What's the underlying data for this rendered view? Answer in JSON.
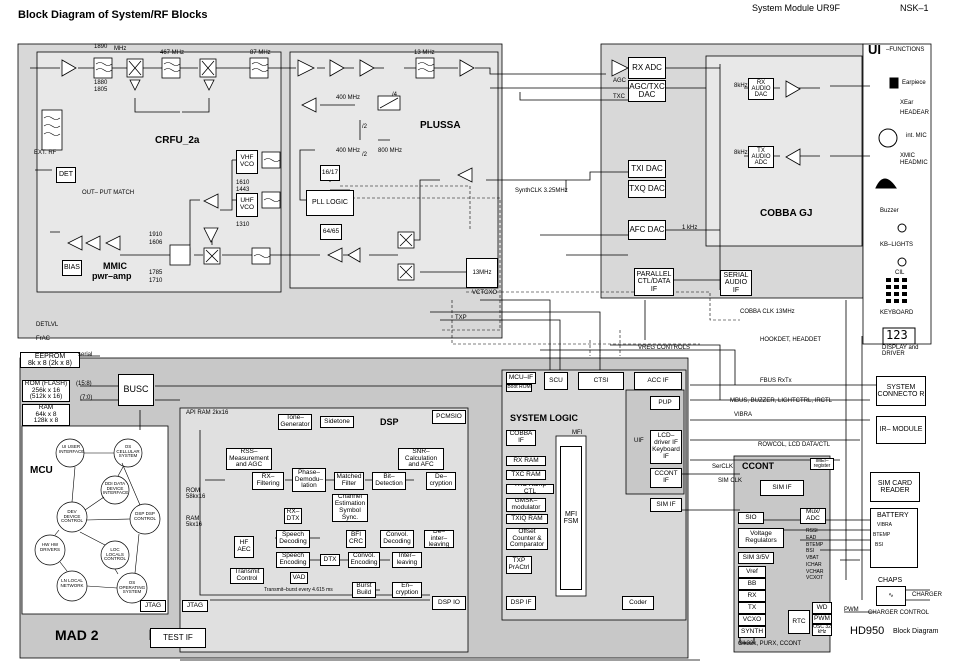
{
  "header": {
    "title": "Block Diagram of System/RF Blocks",
    "module": "System Module UR9F",
    "code": "NSK–1"
  },
  "footer": {
    "model": "HD950",
    "caption": "Block Diagram"
  },
  "blocks": {
    "cfru": "CRFU_2a",
    "plussa": "PLUSSA",
    "cobba": "COBBA  GJ",
    "mad2": "MAD 2",
    "mcu": "MCU",
    "dsp": "DSP",
    "system_logic": "SYSTEM LOGIC",
    "ccont": "CCONT",
    "ui": "UI",
    "ui_functions": "–FUNCTIONS",
    "mmic": "MMIC",
    "pwr_amp": "pwr–amp",
    "busc": "BUSC",
    "test_if": "TEST IF",
    "jtag1": "JTAG",
    "jtag2": "JTAG",
    "pcmsio": "PCMSIO",
    "dsp_io": "DSP IO",
    "dsp_if": "DSP IF",
    "coder": "Coder",
    "det": "DET",
    "bias": "BIAS",
    "pll_logic": "PLL LOGIC",
    "vctcxo": "13MHz",
    "rx_adc": "RX ADC",
    "agc_txc_dac": "AGC/TXC DAC",
    "txi_dac": "TXI DAC",
    "txq_dac": "TXQ DAC",
    "afc_dac": "AFC DAC",
    "parallel_ctl": "PARALLEL CTL/DATA IF",
    "serial_audio": "SERIAL AUDIO IF",
    "rx_audio_dac": "RX AUDIO DAC",
    "tx_audio_adc": "TX AUDIO ADC",
    "scu": "SCU",
    "ctsi": "CTSI",
    "acc_if": "ACC IF",
    "pup": "PUP",
    "mcu_if": "MCU–IF",
    "boot_rom": "Boot ROM",
    "cobba_if": "COBBA IF",
    "rx_ram": "RX RAM",
    "txc_ram": "TXC  RAM",
    "txc_ramp": "TXC Ramp CTL",
    "gmsk": "GMSK– modulator",
    "txiq_ram": "TXIQ RAM",
    "offset_counter": "Offset Counter & Comparator",
    "txp_practrl": "TXP PrACtrl",
    "mfi": "MFI",
    "mfi_fsm": "MFI FSM",
    "uif": "UIF",
    "lcd_driver": "LCD– driver IF",
    "keyboard_if": "Keyboard IF",
    "ccont_if": "CCONT IF",
    "sim_if": "SIM IF",
    "sim_if2": "SIM IF",
    "sio": "SIO",
    "voltage_reg": "Voltage Regulators",
    "sim_35v": "SIM 3/5V",
    "vref": "Vref",
    "bb": "BB",
    "rx": "RX",
    "tx": "TX",
    "vcxo": "VCXO",
    "synth": "SYNTH",
    "rtc": "RTC",
    "wd": "WD",
    "pwm": "PWM",
    "osc": "OSC 32 kHz",
    "mux_adc": "Mux/ ADC",
    "imei": "IMEI– register",
    "eeprom": "EEPROM",
    "eeprom_size": "8k x 8 (2k x 8)",
    "rom_flash": "ROM (FLASH)",
    "rom_flash_size1": "256k x 16",
    "rom_flash_size2": "(512k x 16)",
    "ram_ext": "RAM",
    "ram_ext_size1": "64k x 8",
    "ram_ext_size2": "128k x 8",
    "api_ram": "API RAM 2kx16",
    "rom_dsp": "ROM 58kx16",
    "ram_dsp": "RAM 5kx16",
    "tone": "Tone– Generator",
    "sidetone": "Sidetone",
    "rss": "RSS– Measurement and AGC",
    "snr": "SNR– Calculation and AFC",
    "rx_filtering": "RX– Filtering",
    "phase_demod": "Phase– Demodu– lation",
    "matched": "Matched Filter",
    "bit_det": "Bit– Detection",
    "decrypt": "De– cryption",
    "rx_dtx": "RX– DTX",
    "channel_est": "Channel Estimation Symbol Sync.",
    "hf_aec": "HF AEC",
    "speech_dec": "Speech Decoding",
    "bfi_crc": "BFI CRC",
    "convol_dec": "Convol. Decoding",
    "deinter": "De–inter– leaving",
    "speech_enc": "Speech Encoding",
    "dtx": "DTX",
    "convol_enc": "Convol. Encoding",
    "inter": "Inter– leaving",
    "transmit_ctl": "Transmit Control",
    "vad": "VAD",
    "burst_build": "Burst Build",
    "encrypt": "En– cryption",
    "system_connector": "SYSTEM CONNECTO R",
    "ir_module": "IR– MODULE",
    "sim_card": "SIM CARD READER",
    "battery": "BATTERY",
    "chaps": "CHAPS",
    "charger_control": "CHARGER CONTROL",
    "charger": "CHARGER",
    "earpiece": "Earpiece",
    "xear": "XEar",
    "headear": "HEADEAR",
    "int_mic": "int. MIC",
    "xmic": "XMIC",
    "headmic": "HEADMIC",
    "buzzer": "Buzzer",
    "kb_lights": "KB–LIGHTS",
    "cil": "CIL",
    "keyboard": "KEYBOARD",
    "display": "DISPLAY and DRIVER",
    "display_digits": "123"
  },
  "mcu_nodes": [
    "UI USER INTERFACE",
    "OS CELLULAR SYSTEM",
    "DDI DATA DEVICE INTERFACE",
    "DEV DEVICE CONTROL",
    "DSP DSP CONTROL",
    "HW HW DRIVERS",
    "LOC LOCALS CONTROL",
    "LN LOCAL NETWORK",
    "OS OPERATING SYSTEM"
  ],
  "signals": {
    "mhz1890": "1890",
    "mhz1880": "1880",
    "mhz1805": "1805",
    "mhz_unit": "MHz",
    "mhz467": "467 MHz",
    "mhz87": "87 MHz",
    "mhz13": "13 MHz",
    "mhz400a": "400 MHz",
    "mhz400b": "400 MHz",
    "mhz800": "800 MHz",
    "vhf_vco": "VHF VCO",
    "uhf_vco": "UHF VCO",
    "f1610": "1610",
    "f1443": "1443",
    "f1310": "1310",
    "f1910": "1910",
    "f1606": "1606",
    "f1785": "1785",
    "f1710": "1710",
    "div1617": "16/17",
    "div6465": "64/65",
    "div2": "/2",
    "div4": "/4",
    "f_div": "f",
    "synthclk": "SynthCLK 3.25MHz",
    "agc": "AGC",
    "txc": "TXC",
    "khz1": "1 kHz",
    "khz8a": "8kHz",
    "khz8b": "8kHz",
    "cobba_clk": "COBBA CLK 13MHz",
    "txp": "TXP",
    "dettvl": "DETLVL",
    "frac": "FrAC",
    "vctcxo": "VCTCXO",
    "serial": "serial",
    "bus_158": "(15:8)",
    "bus_70": "(7:0)",
    "vreg_controls": "VREG CONTROLS",
    "hookdet": "HOOKDET, HEADDET",
    "fbus": "FBUS RxTx",
    "mbus": "MBUS, BUZZER, LIGHTCTRL, IRCTL",
    "vibra": "VIBRA",
    "rowcol": "ROWCOL, LCD DATA/CTL",
    "serclk": "SerCLK",
    "sim_clk": "SIM CLK",
    "transmit_burst": "Transmit–burst every 4.615 ms",
    "ext_rf": "EXT. RF",
    "out_put_match": "OUT– PUT MATCH",
    "clk32k": "Clk32k, PURX, CCONT",
    "pwm_label": "PWM",
    "rssi": "RSSI",
    "ead": "EAD",
    "btemp": "BTEMP",
    "bsi": "BSI",
    "vbat": "VBAT",
    "ichar": "ICHAR",
    "vchar": "VCHAR",
    "vcxot": "VCXOT",
    "vibra2": "VIBRA",
    "btemp2": "BTEMP",
    "bsi2": "BSI",
    "serial_sio": "SerCLK"
  }
}
